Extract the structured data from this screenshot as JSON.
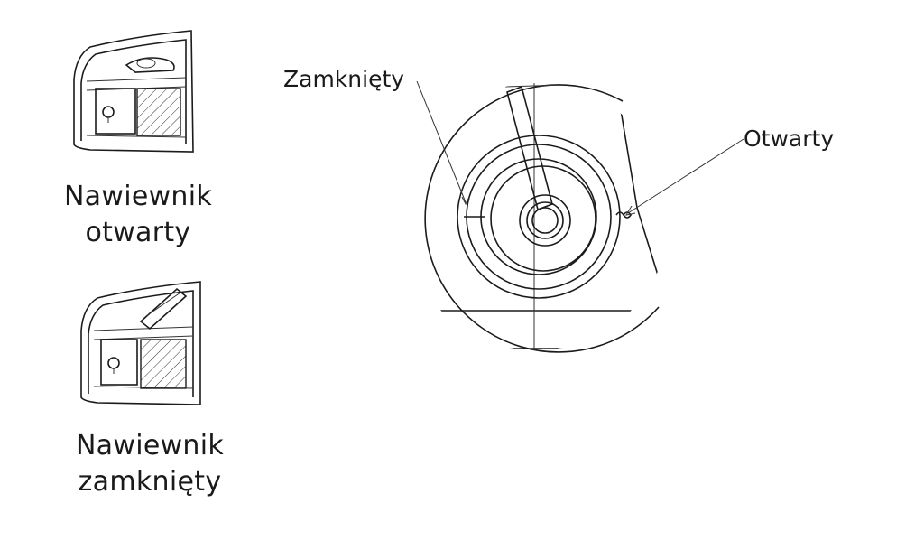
{
  "captions": {
    "open_line1": "Nawiewnik",
    "open_line2": "otwarty",
    "closed_line1": "Nawiewnik",
    "closed_line2": "zamknięty"
  },
  "callouts": {
    "closed": "Zamknięty",
    "open": "Otwarty"
  },
  "colors": {
    "line": "#1b1b1b",
    "background": "#ffffff"
  }
}
